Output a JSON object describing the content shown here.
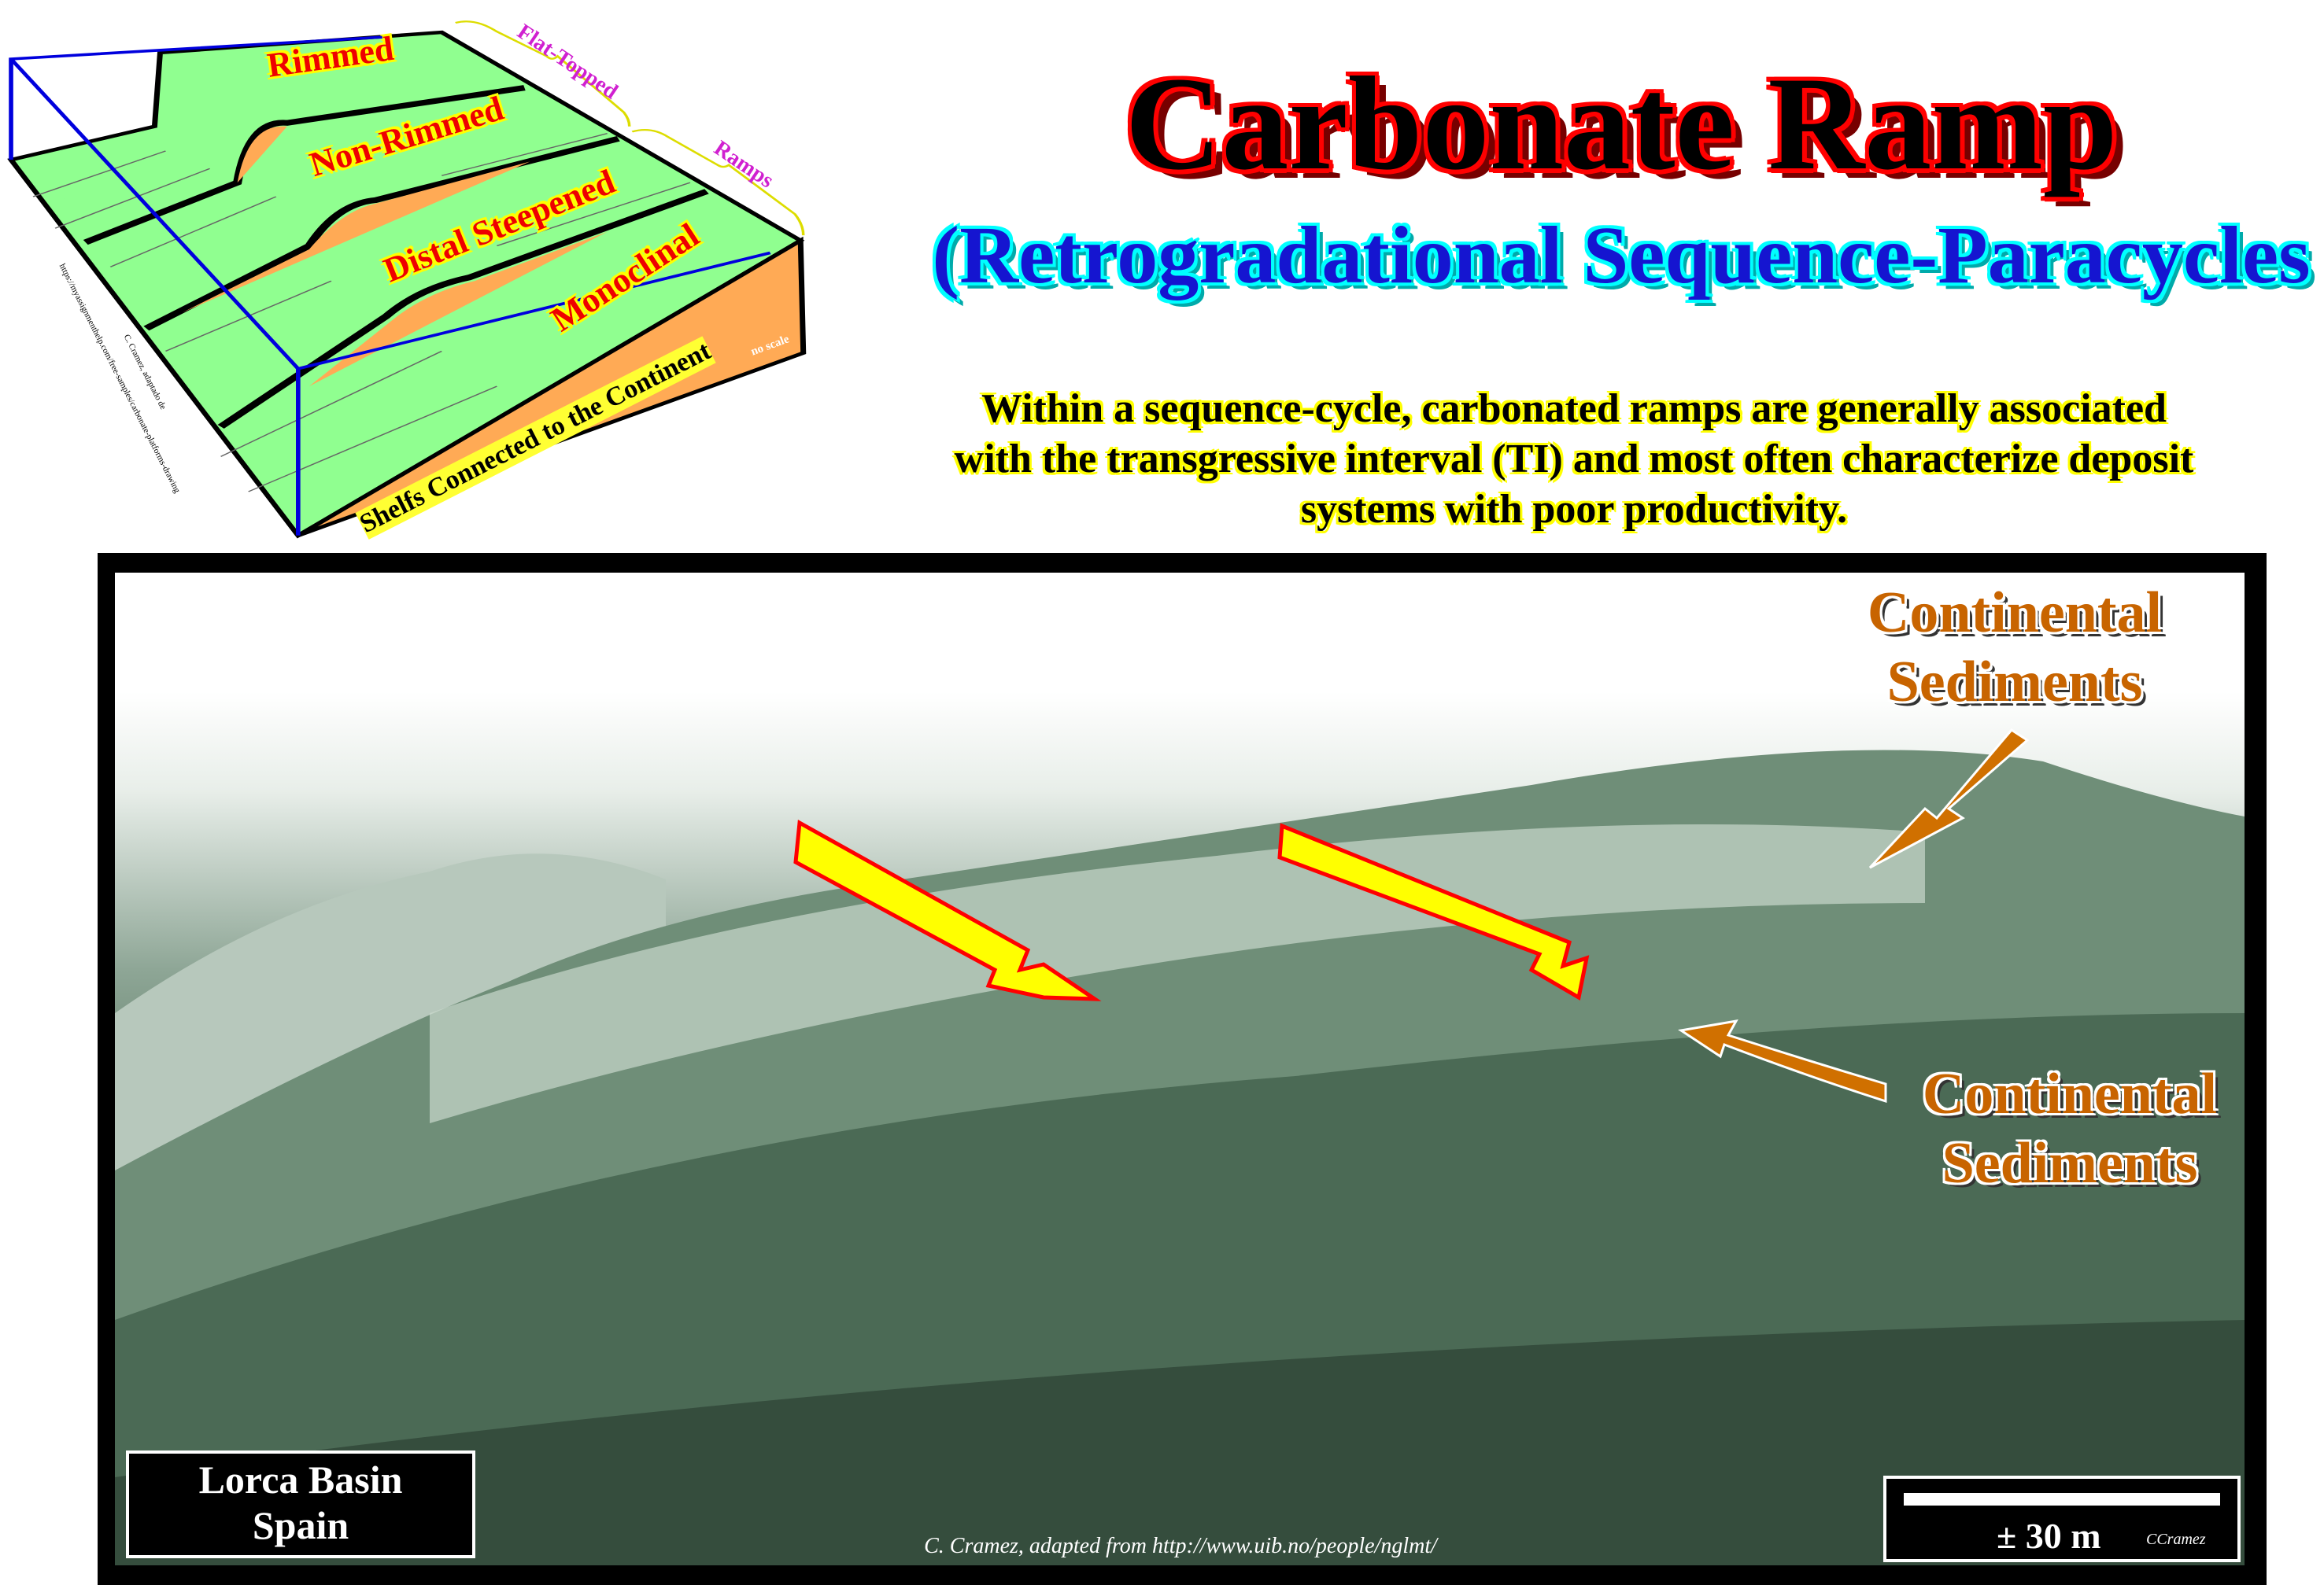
{
  "title": "Carbonate Ramp",
  "subtitle": "(Retrogradational Sequence-Paracycles",
  "description": [
    "Within a sequence-cycle, carbonated ramps are generally associated",
    "with the transgressive interval (TI) and most often characterize deposit",
    "systems with poor productivity."
  ],
  "block_diagram": {
    "labels": {
      "rimmed": "Rimmed",
      "non_rimmed": "Non-Rimmed",
      "distal_steepened": "Distal Steepened",
      "monoclinal": "Monoclinal"
    },
    "brackets": {
      "flat_topped": "Flat-Topped",
      "ramps": "Ramps"
    },
    "base_label": "Shelfs Connected to the Continent",
    "no_scale": "no scale",
    "credit_line1": "C. Cramez, adaptado de",
    "credit_line2": "https://myassignmenthelp.com/free-samples/carbonate-platforms-drawing",
    "colors": {
      "platform": "#90ff90",
      "basement": "#ffaa55",
      "outline": "#000000",
      "frame": "#0000dd"
    }
  },
  "photo": {
    "annotation_top": [
      "Continental",
      "Sediments"
    ],
    "annotation_right": [
      "Continental",
      "Sediments"
    ],
    "location": [
      "Lorca Basin",
      "Spain"
    ],
    "scale_label": "± 30 m",
    "scale_author": "CCramez",
    "credit": "C. Cramez, adapted from  http://www.uib.no/people/nglmt/"
  }
}
